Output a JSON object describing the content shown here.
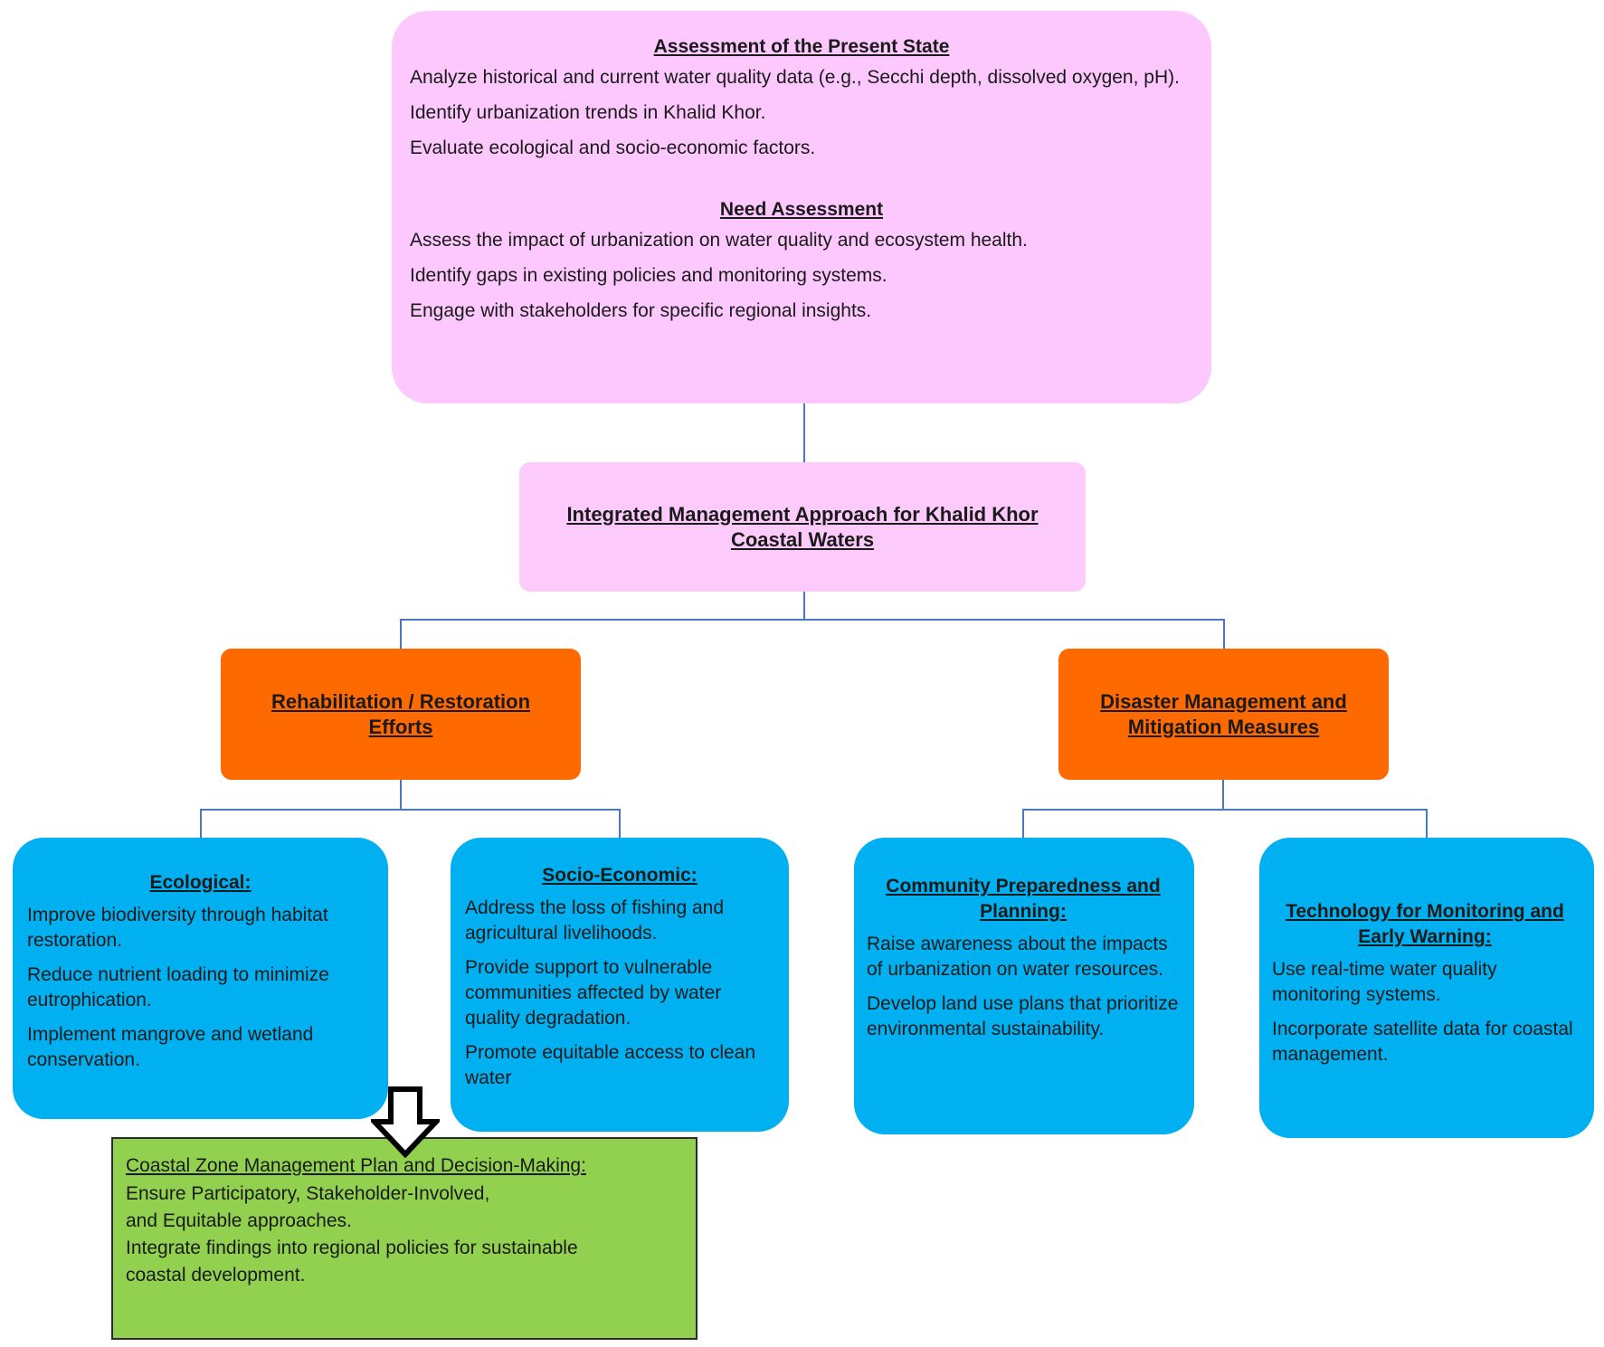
{
  "present_state": {
    "title": "Assessment of the Present State",
    "items": [
      "Analyze historical and current water quality data (e.g., Secchi depth, dissolved oxygen, pH).",
      "Identify urbanization trends in Khalid Khor.",
      "Evaluate ecological and socio-economic factors."
    ]
  },
  "need_assessment": {
    "title": "Need Assessment",
    "items": [
      "Assess the impact of urbanization on water quality and ecosystem health.",
      "Identify gaps in existing policies and monitoring systems.",
      "Engage with stakeholders for specific regional insights."
    ]
  },
  "integrated": {
    "title": "Integrated Management Approach for Khalid Khor Coastal Waters"
  },
  "rehabilitation": {
    "title": "Rehabilitation / Restoration Efforts"
  },
  "disaster": {
    "title": "Disaster Management and Mitigation Measures"
  },
  "ecological": {
    "title": "Ecological:",
    "items": [
      "Improve biodiversity through habitat restoration.",
      "Reduce nutrient loading to minimize eutrophication.",
      "Implement mangrove and wetland conservation."
    ]
  },
  "socio_economic": {
    "title": "Socio-Economic:",
    "items": [
      "Address the loss of fishing and agricultural livelihoods.",
      "Provide support to vulnerable communities affected by water quality degradation.",
      "Promote equitable access to clean water"
    ]
  },
  "community": {
    "title": "Community Preparedness and Planning:",
    "items": [
      "Raise awareness about the impacts of urbanization on water resources.",
      "Develop land use plans that prioritize environmental sustainability."
    ]
  },
  "technology": {
    "title": "Technology for Monitoring and Early Warning:",
    "items": [
      "Use real-time water quality monitoring systems.",
      "Incorporate satellite data for coastal management."
    ]
  },
  "czm": {
    "title": "Coastal Zone Management Plan and Decision-Making:",
    "lines": [
      "Ensure Participatory, Stakeholder-Involved,",
      "and Equitable approaches.",
      "Integrate findings into regional policies for sustainable",
      "coastal development."
    ]
  },
  "colors": {
    "pink": "#fdc8fd",
    "orange": "#ff6a00",
    "blue": "#00b0f0",
    "green": "#92d050",
    "connector": "#4a78bf"
  }
}
